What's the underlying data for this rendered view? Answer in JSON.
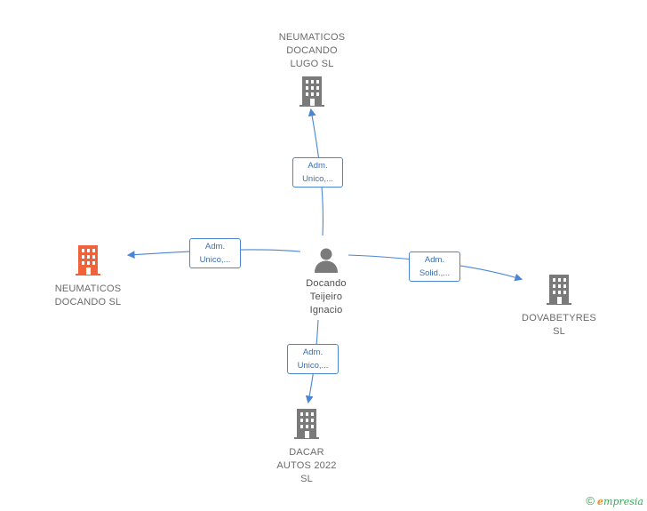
{
  "colors": {
    "edge": "#4a86d4",
    "building": "#7a7a7a",
    "building_focus": "#f0623a",
    "person": "#7a7a7a",
    "brand_green": "#3aa655",
    "brand_orange": "#f08a1c"
  },
  "center": {
    "icon": "person-icon",
    "name_lines": [
      "Docando",
      "Teijeiro",
      "Ignacio"
    ]
  },
  "companies": [
    {
      "id": "top",
      "icon": "building-icon",
      "name_lines": [
        "NEUMATICOS",
        "DOCANDO",
        "LUGO  SL"
      ],
      "focus": false
    },
    {
      "id": "left",
      "icon": "building-icon",
      "name_lines": [
        "NEUMATICOS",
        "DOCANDO  SL"
      ],
      "focus": true
    },
    {
      "id": "right",
      "icon": "building-icon",
      "name_lines": [
        "DOVABETYRES",
        "SL"
      ],
      "focus": false
    },
    {
      "id": "bottom",
      "icon": "building-icon",
      "name_lines": [
        "DACAR",
        "AUTOS 2022",
        "SL"
      ],
      "focus": false
    }
  ],
  "edges": [
    {
      "target": "top",
      "label_lines": [
        "Adm.",
        "Unico,..."
      ]
    },
    {
      "target": "left",
      "label_lines": [
        "Adm.",
        "Unico,..."
      ]
    },
    {
      "target": "right",
      "label_lines": [
        "Adm.",
        "Solid.,..."
      ]
    },
    {
      "target": "bottom",
      "label_lines": [
        "Adm.",
        "Unico,..."
      ]
    }
  ],
  "footer": {
    "copyright_symbol": "©",
    "brand_initial": "e",
    "brand_rest": "mpresia"
  }
}
